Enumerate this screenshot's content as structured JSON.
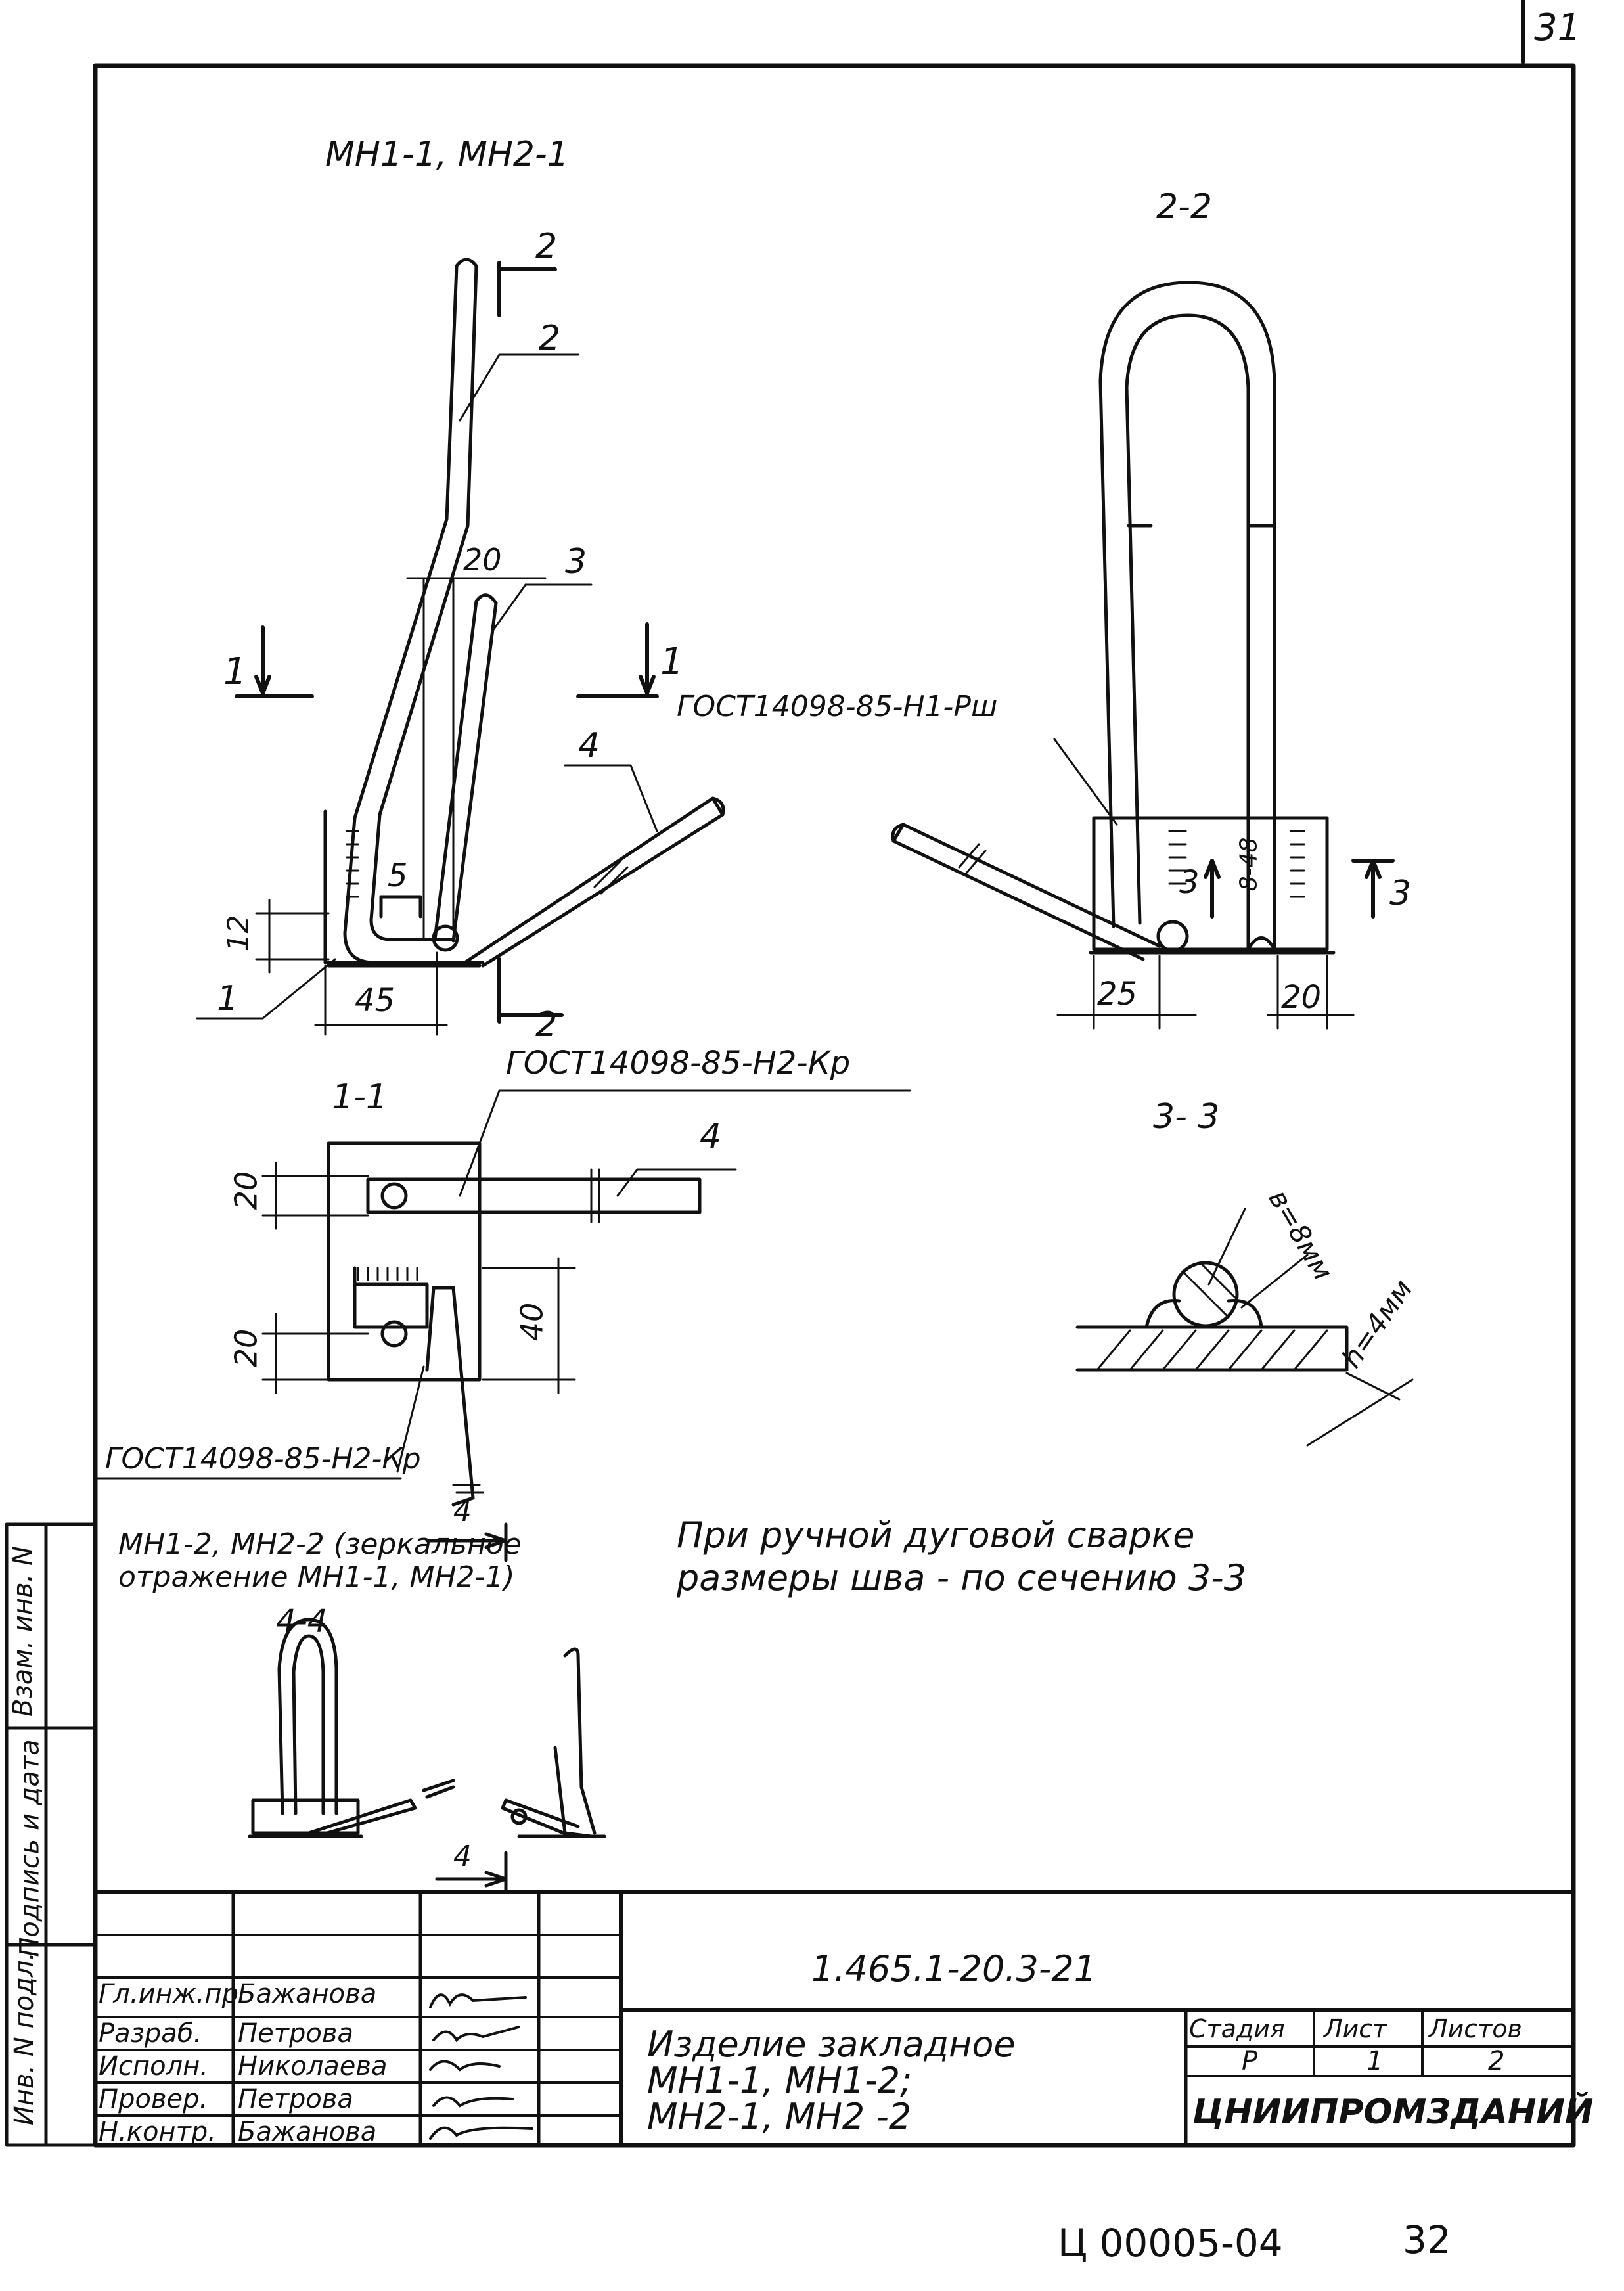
{
  "page": {
    "corner_sheet_no": "31",
    "bottom_code": "Ц 00005-04",
    "bottom_page": "32"
  },
  "views": {
    "main_title": "МН1-1, МН2-1",
    "section_22": "2-2",
    "section_11": "1-1",
    "section_33": "3- 3",
    "section_44": "4-4",
    "mirror_note_line1": "МН1-2, МН2-2 (зеркальное",
    "mirror_note_line2": "отражение МН1-1, МН2-1)"
  },
  "labels": {
    "cut2_top": "2",
    "cut2_bottom": "2",
    "cut1_left": "1",
    "cut1_right": "1",
    "cut3_left": "3",
    "cut3_right": "3",
    "cut4_top": "4",
    "cut4_bottom": "4",
    "pos1": "1",
    "pos2": "2",
    "pos3": "3",
    "pos4_main": "4",
    "pos4_section": "4",
    "pos5": "5"
  },
  "dimensions": {
    "d20_main": "20",
    "d12": "12",
    "d45": "45",
    "d25": "25",
    "d20_right": "20",
    "weld_leg": "8-48",
    "d20_sec_top": "20",
    "d20_sec_bottom": "20",
    "d40": "40",
    "weld_b": "в=8мм",
    "weld_h": "h=4мм"
  },
  "weld_codes": {
    "main": "ГОСТ14098-85-Н1-Рш",
    "section_top": "ГОСТ14098-85-Н2-Кр",
    "section_bottom": "ГОСТ14098-85-Н2-Кр"
  },
  "notes": {
    "weld_note_line1": "При ручной дуговой сварке",
    "weld_note_line2": "размеры шва - по сечению 3-3"
  },
  "side_stamp": {
    "inv_no": "Инв. N подл.",
    "sign_date": "Подпись и дата",
    "replace_inv": "Взам. инв. N"
  },
  "title_block": {
    "doc_code": "1.465.1-20.3-21",
    "name_line1": "Изделие закладное",
    "name_line2": "МН1-1, МН1-2;",
    "name_line3": "МН2-1, МН2 -2",
    "organization": "ЦНИИПРОМЗДАНИЙ",
    "stage_header": "Стадия",
    "sheet_header": "Лист",
    "sheets_header": "Листов",
    "stage_value": "Р",
    "sheet_value": "1",
    "sheets_value": "2",
    "signatures": [
      {
        "role": "Гл.инж.пр",
        "name": "Бажанова"
      },
      {
        "role": "Разраб.",
        "name": "Петрова"
      },
      {
        "role": "Исполн.",
        "name": "Николаева"
      },
      {
        "role": "Провер.",
        "name": "Петрова"
      },
      {
        "role": "Н.контр.",
        "name": "Бажанова"
      }
    ]
  },
  "colors": {
    "ink": "#111111",
    "paper": "#ffffff"
  }
}
